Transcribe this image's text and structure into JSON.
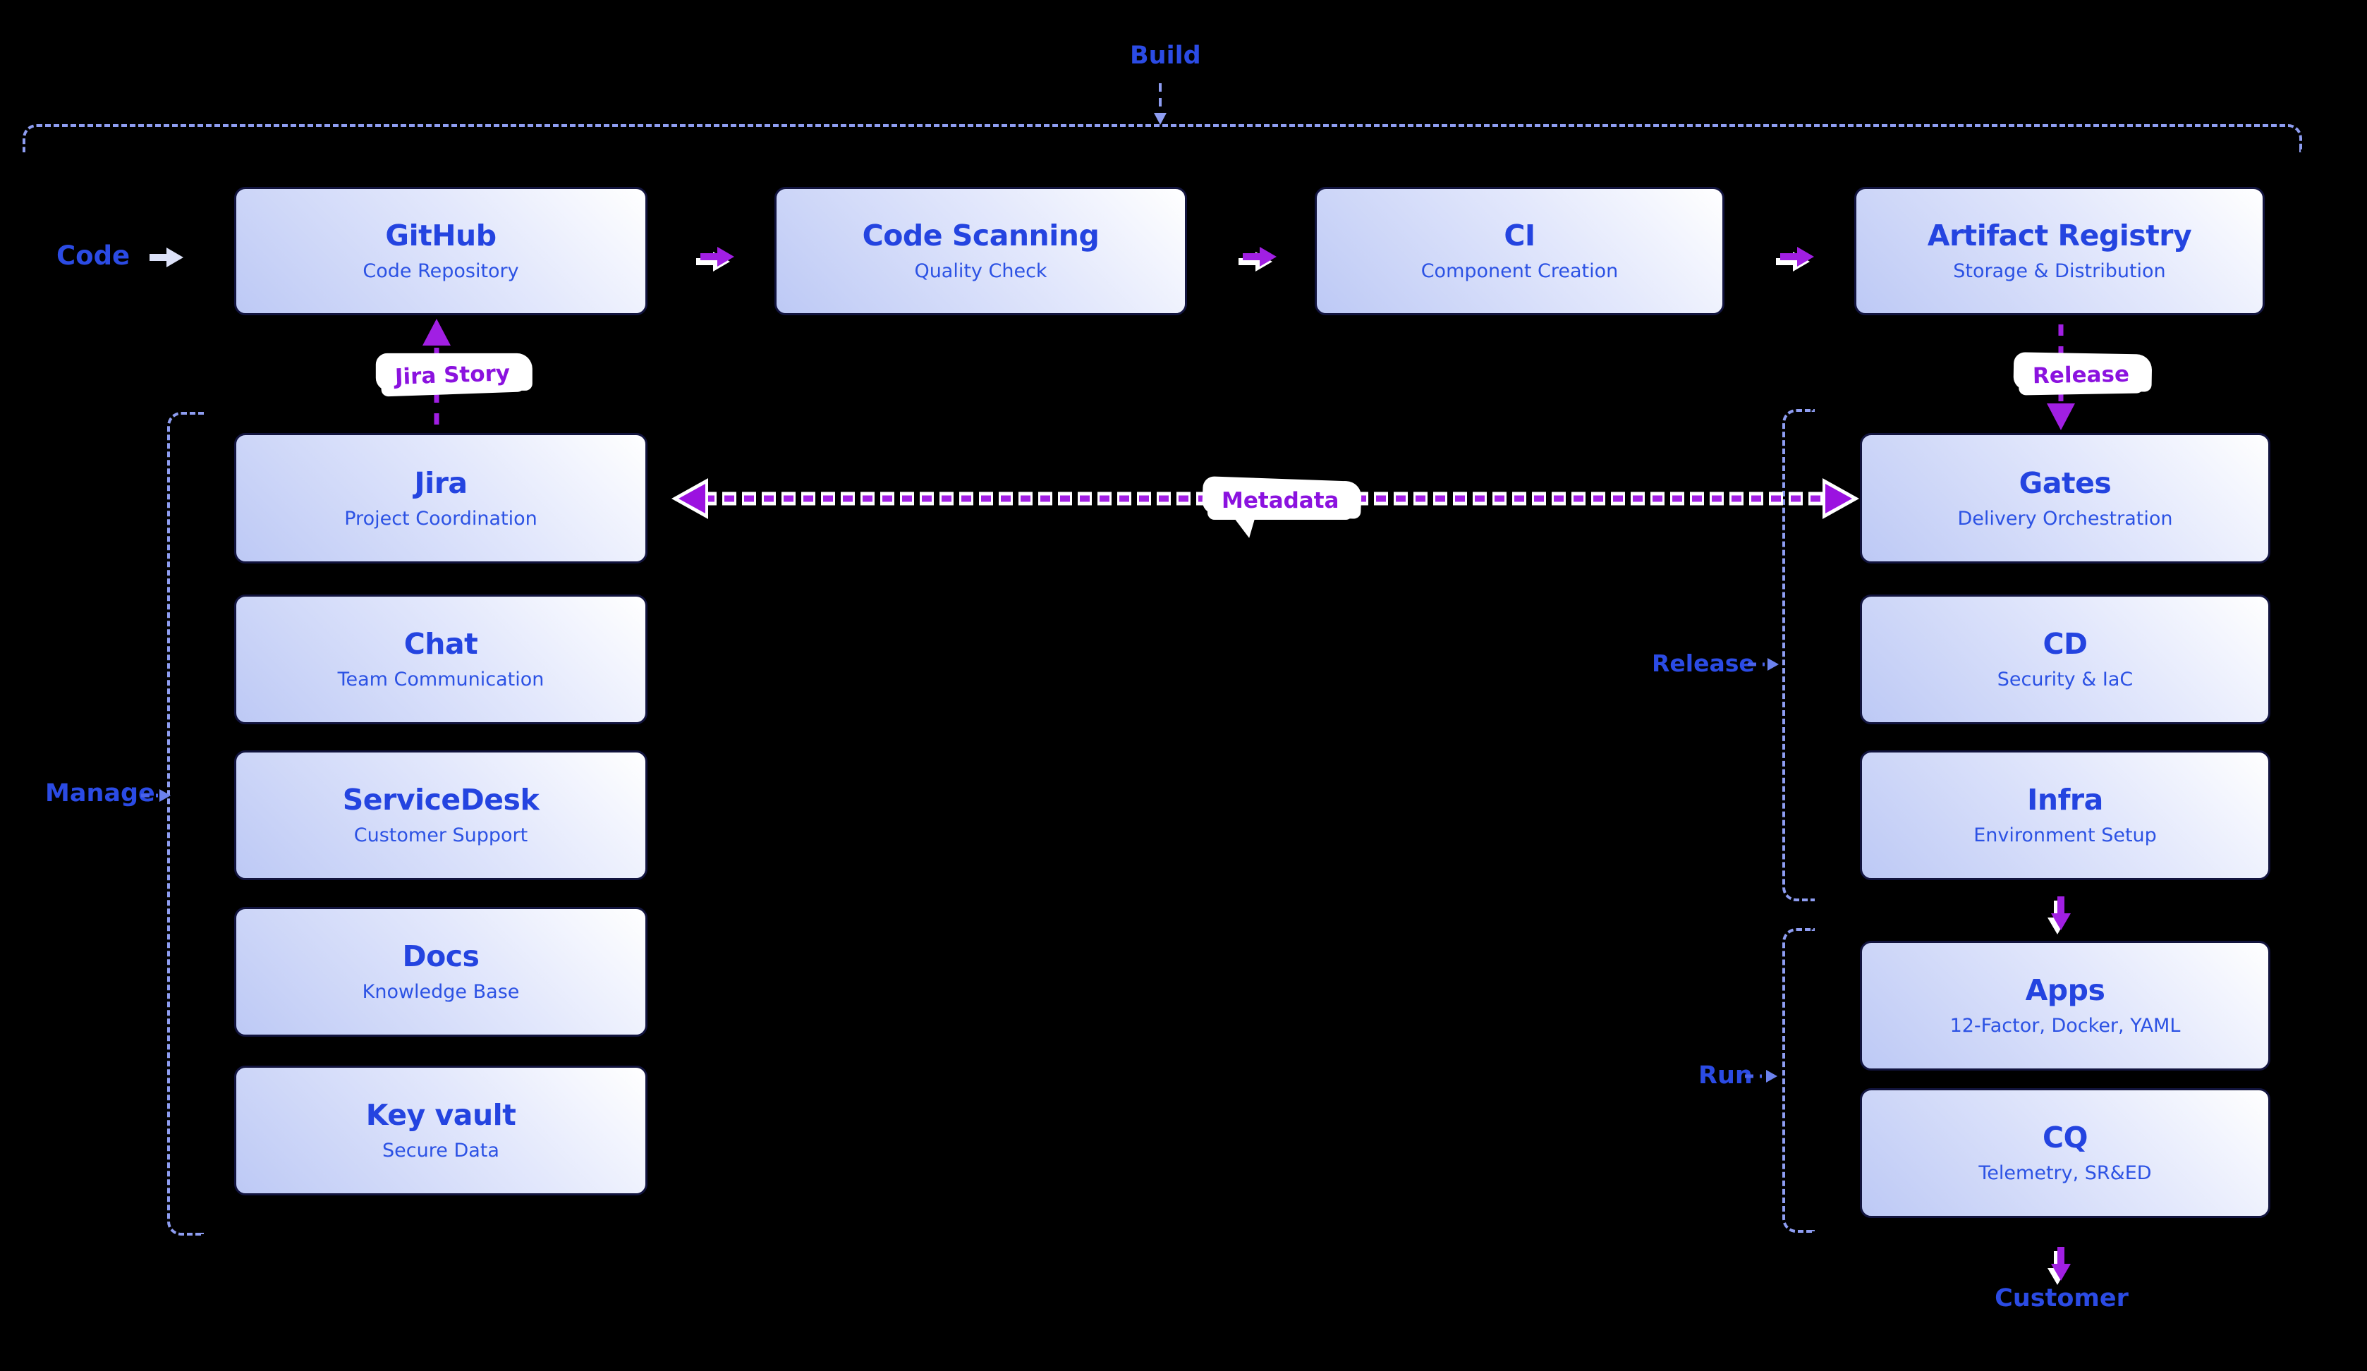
{
  "labels": {
    "build": "Build",
    "code": "Code",
    "manage": "Manage",
    "release_group": "Release",
    "run": "Run",
    "customer": "Customer"
  },
  "tags": {
    "jira_story": "Jira Story",
    "release": "Release",
    "metadata": "Metadata"
  },
  "boxes": {
    "github": {
      "title": "GitHub",
      "subtitle": "Code Repository"
    },
    "code_scanning": {
      "title": "Code Scanning",
      "subtitle": "Quality Check"
    },
    "ci": {
      "title": "CI",
      "subtitle": "Component Creation"
    },
    "artifact_registry": {
      "title": "Artifact Registry",
      "subtitle": "Storage & Distribution"
    },
    "jira": {
      "title": "Jira",
      "subtitle": "Project Coordination"
    },
    "chat": {
      "title": "Chat",
      "subtitle": "Team Communication"
    },
    "servicedesk": {
      "title": "ServiceDesk",
      "subtitle": "Customer Support"
    },
    "docs": {
      "title": "Docs",
      "subtitle": "Knowledge Base"
    },
    "key_vault": {
      "title": "Key vault",
      "subtitle": "Secure Data"
    },
    "gates": {
      "title": "Gates",
      "subtitle": "Delivery Orchestration"
    },
    "cd": {
      "title": "CD",
      "subtitle": "Security & IaC"
    },
    "infra": {
      "title": "Infra",
      "subtitle": "Environment Setup"
    },
    "apps": {
      "title": "Apps",
      "subtitle": "12-Factor, Docker, YAML"
    },
    "cq": {
      "title": "CQ",
      "subtitle": "Telemetry, SR&ED"
    }
  },
  "colors": {
    "background": "#000000",
    "label_blue": "#2b4be4",
    "title_blue": "#2444e0",
    "subtitle_blue": "#2c52e4",
    "purple": "#a11fe3",
    "periwinkle": "#8e9df1",
    "box_border": "#12143e",
    "box_gradient_start": "#ffffff",
    "box_gradient_end": "#bdc9f5",
    "tag_background": "#ffffff",
    "tag_text": "#8b12df",
    "code_arrow": "#dce1f8"
  }
}
